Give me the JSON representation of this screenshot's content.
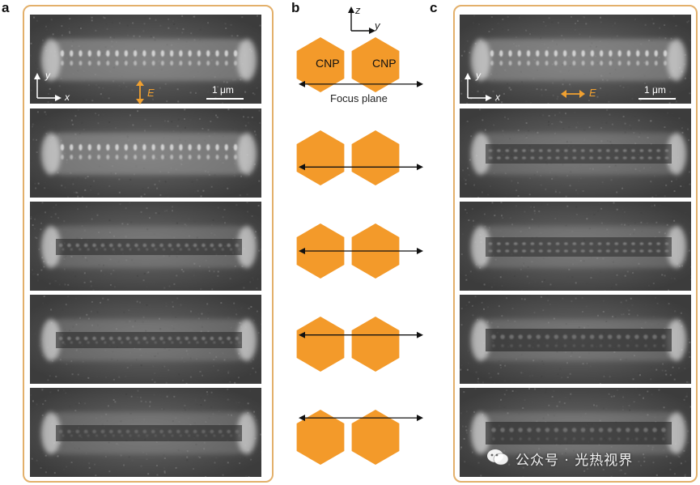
{
  "panels": {
    "a": "a",
    "b": "b",
    "c": "c"
  },
  "panel_a": {
    "axis_y": "y",
    "axis_x": "x",
    "field_label": "E",
    "scale_label": "1 μm"
  },
  "panel_b": {
    "axis_z": "z",
    "axis_y": "y",
    "particle_left": "CNP",
    "particle_right": "CNP",
    "focus_label": "Focus plane",
    "focus_offsets": [
      0.74,
      0.35,
      0.0,
      -0.35,
      -0.74
    ]
  },
  "panel_c": {
    "axis_y": "y",
    "axis_x": "x",
    "field_label": "E",
    "scale_label": "1 μm"
  },
  "watermark": "公众号 · 光热视界",
  "colors": {
    "frame": "#e3b06b",
    "particle": "#f39a2a",
    "field_arrow": "#f0a030"
  },
  "icons": {
    "watermark_logo": "wechat-icon"
  }
}
